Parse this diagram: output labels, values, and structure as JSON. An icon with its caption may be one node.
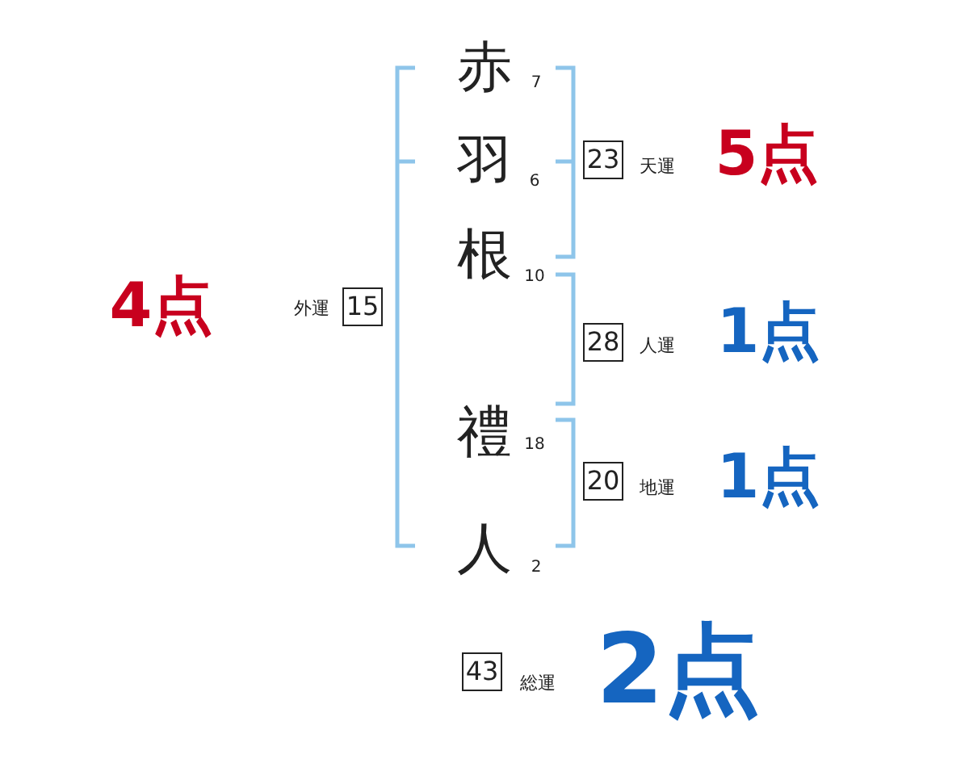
{
  "diagram": {
    "nodes": [
      {
        "text": [
          "15"
        ],
        "beside": [
          "外運",
          "4点"
        ]
      },
      {
        "text": [
          "23"
        ],
        "beside": [
          "天運",
          "5点"
        ]
      },
      {
        "text": [
          "28"
        ],
        "beside": [
          "人運",
          "1点"
        ]
      },
      {
        "text": [
          "20"
        ],
        "beside": [
          "地運",
          "1点"
        ]
      },
      {
        "text": [
          "43"
        ],
        "beside": [
          "総運",
          "2点"
        ]
      }
    ],
    "labels": [
      "赤",
      "7",
      "羽",
      "6",
      "根",
      "10",
      "禮",
      "18",
      "人",
      "2"
    ]
  }
}
